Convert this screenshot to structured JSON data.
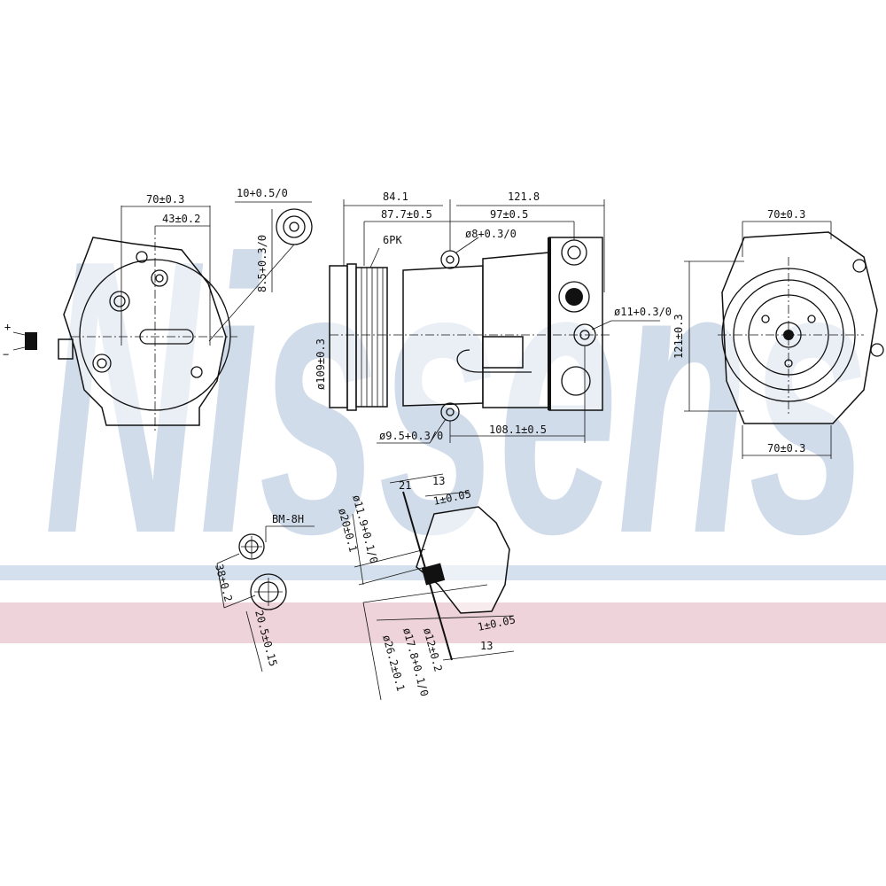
{
  "watermark": {
    "text": "Nissens",
    "color": "#c9d6e8",
    "stripe_blue": "#d4e0ee",
    "stripe_pink": "#efd3da"
  },
  "front_view": {
    "dims": {
      "width_70": "70±0.3",
      "offset_43": "43±0.2",
      "slot_10": "10+0.5/0",
      "slot_8_5": "8.5+0.3/0"
    },
    "connector": {
      "plus": "+",
      "minus": "−"
    }
  },
  "side_view": {
    "dims": {
      "d84_1": "84.1",
      "d121_8": "121.8",
      "d87_7": "87.7±0.5",
      "d97": "97±0.5",
      "hole_8": "ø8+0.3/0",
      "pulley": "6PK",
      "dia_109": "ø109±0.3",
      "hole_11": "ø11+0.3/0",
      "hole_9_5": "ø9.5+0.3/0",
      "d108_1": "108.1±0.5"
    }
  },
  "rear_view": {
    "dims": {
      "top_70": "70±0.3",
      "height_121": "121±0.3",
      "bottom_70": "70±0.3"
    }
  },
  "port_detail": {
    "label": "BM-8H",
    "dims": {
      "d38": "38±0.2",
      "d20_5": "20.5±0.15"
    }
  },
  "section_detail": {
    "dims": {
      "d21": "21",
      "d13_top": "13",
      "tol_top": "1±0.05",
      "dia_11_9": "ø11.9+0.1/0",
      "dia_20": "ø20±0.1",
      "tol_bottom": "1±0.05",
      "d13_bottom": "13",
      "dia_12": "ø12±0.2",
      "dia_17_8": "ø17.8+0.1/0",
      "dia_26_2": "ø26.2±0.1"
    }
  }
}
